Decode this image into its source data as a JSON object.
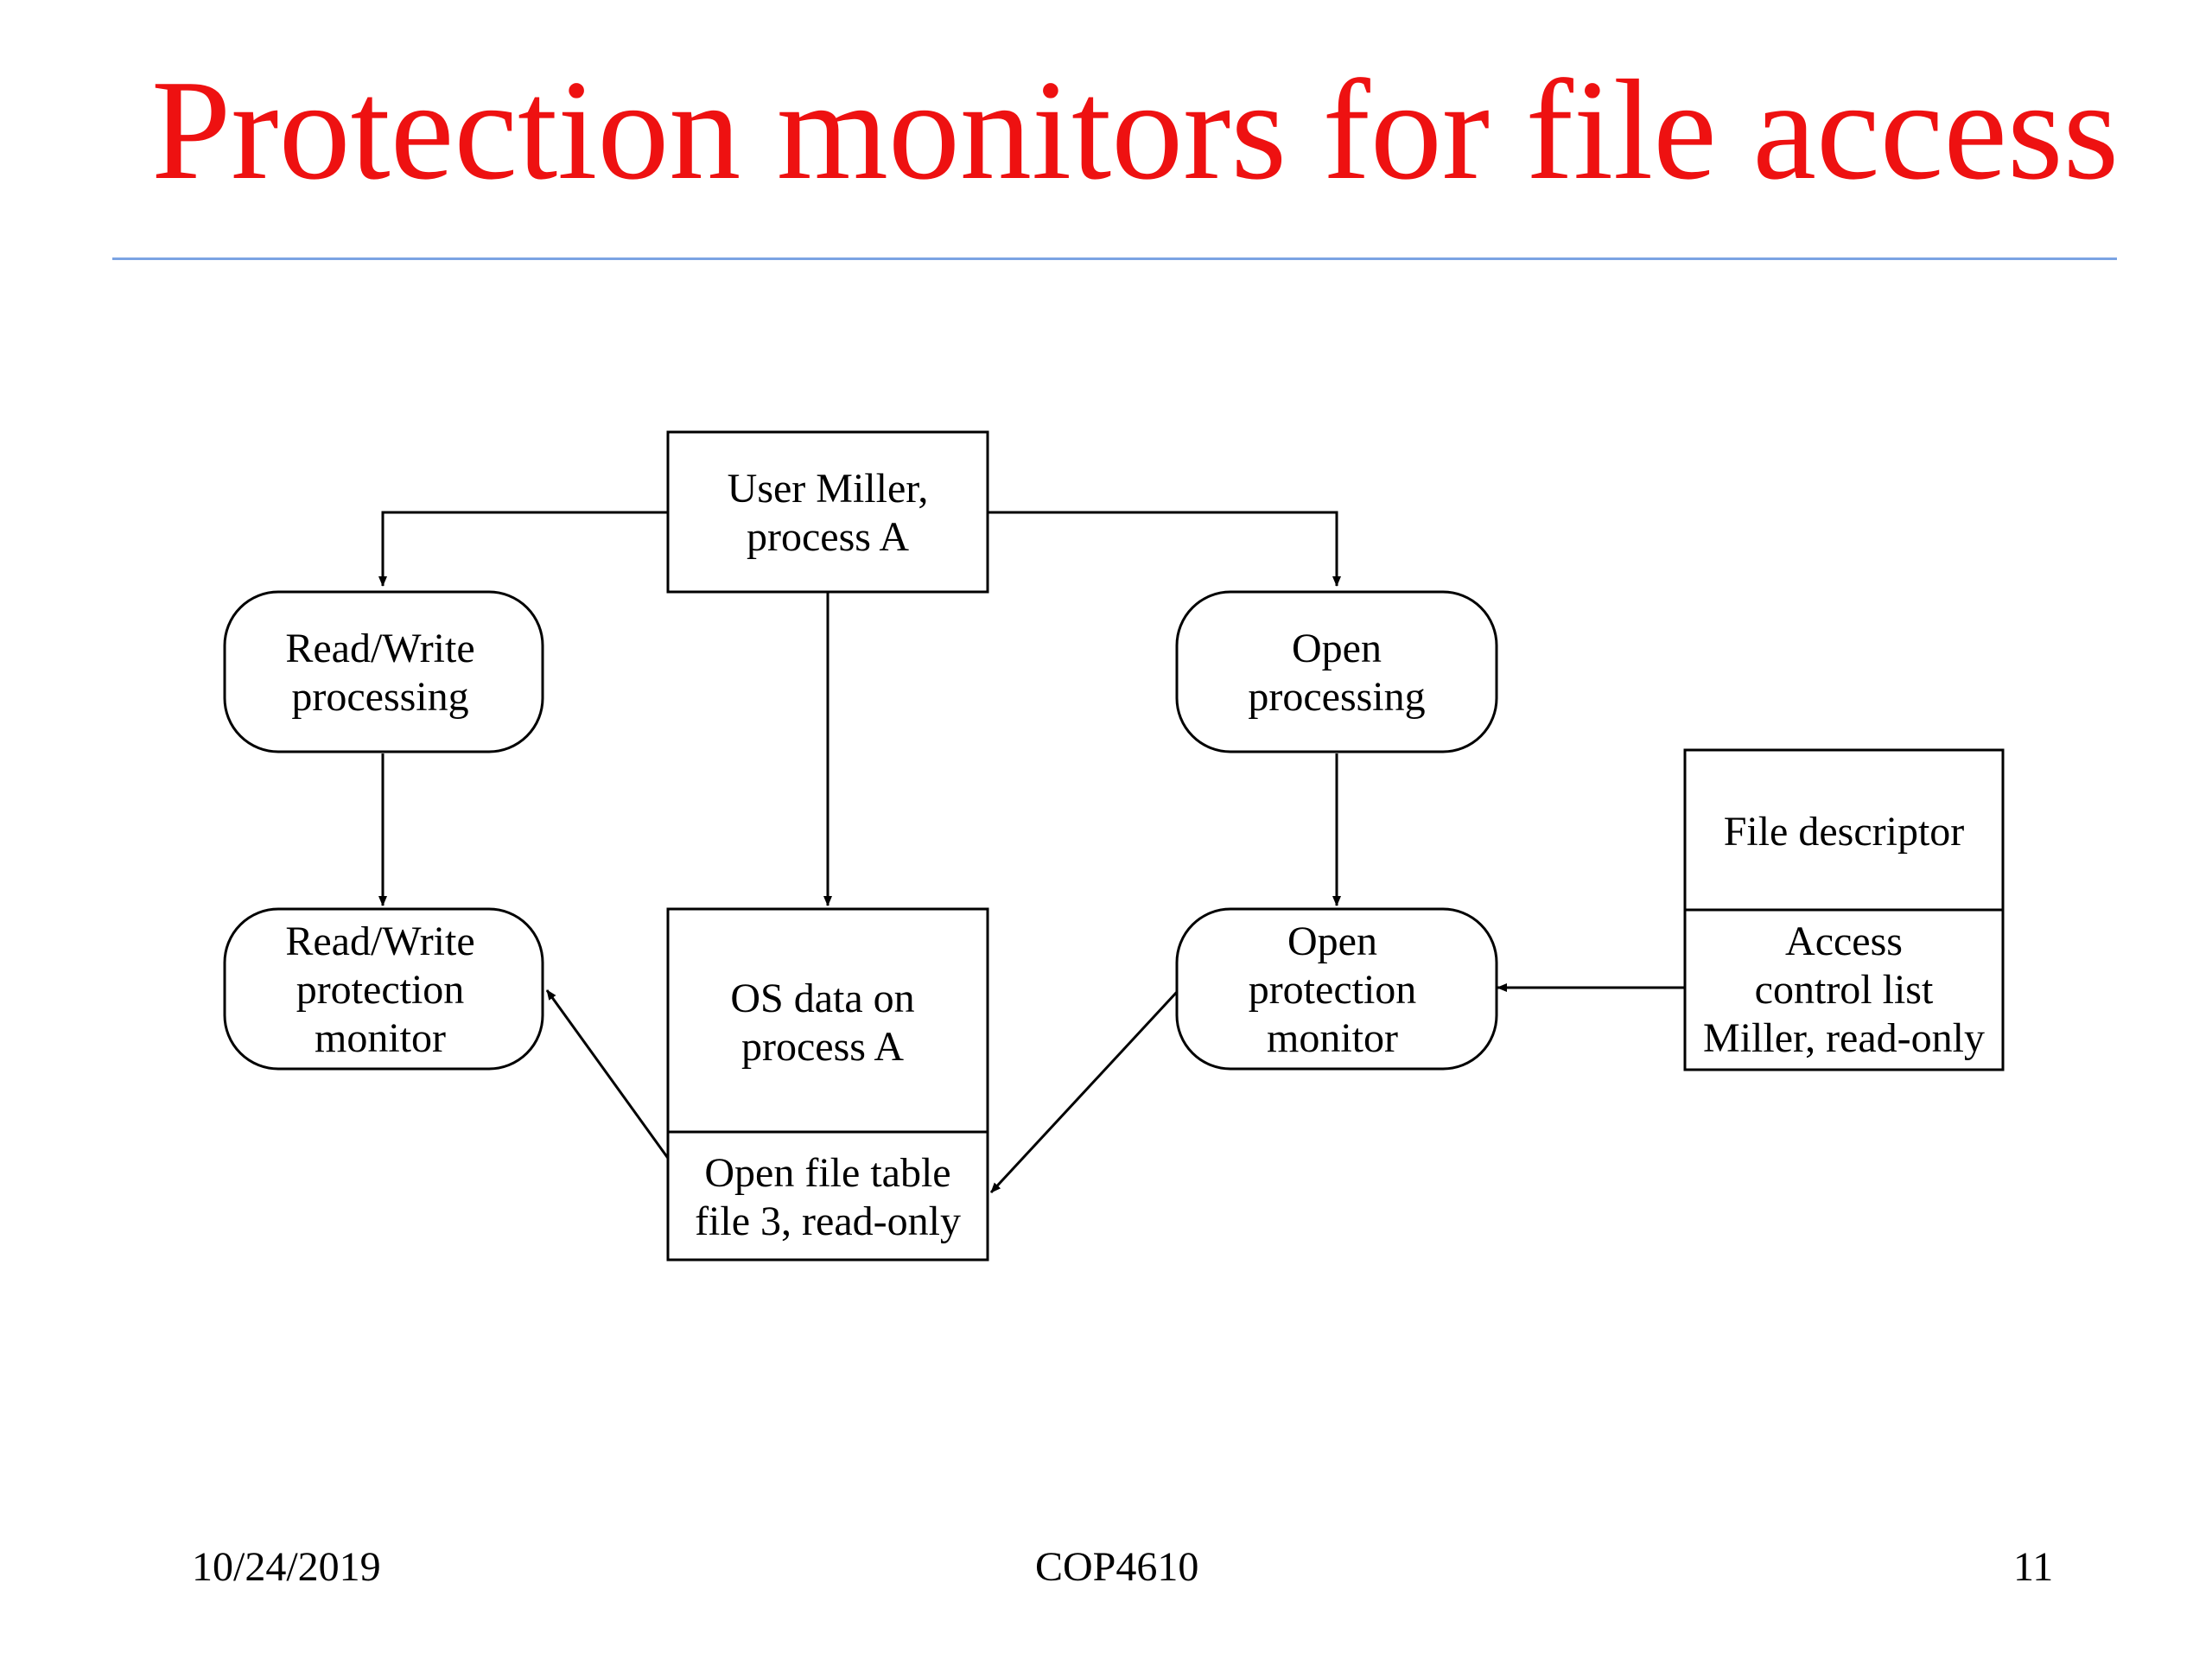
{
  "slide": {
    "title": "Protection monitors for file access",
    "title_color": "#ee1111",
    "rule_color": "#7ba3e3"
  },
  "diagram": {
    "nodes": {
      "user_process": [
        "User Miller,",
        "process A"
      ],
      "rw_processing": [
        "Read/Write",
        "processing"
      ],
      "open_processing": [
        "Open",
        "processing"
      ],
      "rw_monitor": [
        "Read/Write",
        "protection",
        "monitor"
      ],
      "os_data": [
        "OS data on",
        "process A"
      ],
      "open_file_table": [
        "Open file table",
        "file 3, read-only"
      ],
      "open_monitor": [
        "Open",
        "protection",
        "monitor"
      ],
      "file_descriptor": [
        "File descriptor"
      ],
      "access_control_list": [
        "Access",
        "control list",
        "Miller, read-only"
      ]
    }
  },
  "footer": {
    "date": "10/24/2019",
    "course": "COP4610",
    "page": "11"
  }
}
